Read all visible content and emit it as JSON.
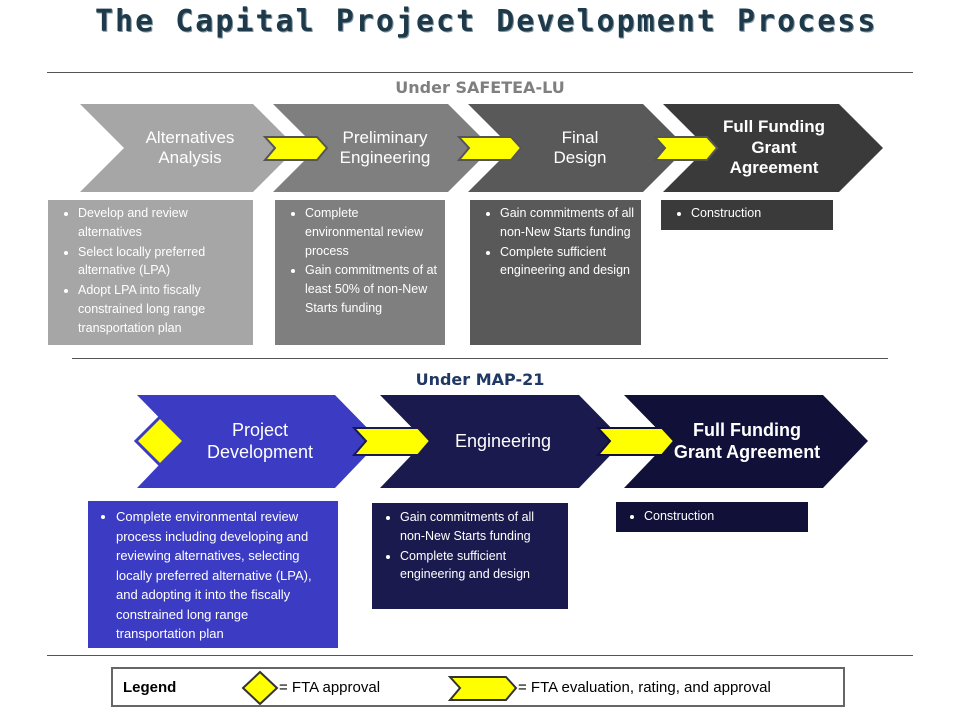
{
  "title": "The Capital Project Development Process",
  "safetea": {
    "heading": "Under SAFETEA-LU",
    "stages": [
      {
        "label": "Alternatives Analysis",
        "color": "#a6a6a6"
      },
      {
        "label": "Preliminary Engineering",
        "color": "#7f7f7f"
      },
      {
        "label": "Final Design",
        "color": "#595959"
      },
      {
        "label": "Full Funding Grant Agreement",
        "color": "#3a3a3a"
      }
    ],
    "details": [
      [
        "Develop and review alternatives",
        "Select locally preferred alternative (LPA)",
        "Adopt LPA into fiscally constrained long range transportation plan"
      ],
      [
        "Complete environmental review process",
        "Gain commitments of at least 50% of non-New Starts funding"
      ],
      [
        "Gain commitments of all non-New Starts funding",
        "Complete sufficient engineering and design"
      ],
      [
        "Construction"
      ]
    ]
  },
  "map21": {
    "heading": "Under MAP-21",
    "stages": [
      {
        "label": "Project Development",
        "color": "#3b3bc4"
      },
      {
        "label": "Engineering",
        "color": "#1a1a4e"
      },
      {
        "label": "Full Funding Grant Agreement",
        "color": "#101038"
      }
    ],
    "details": [
      [
        "Complete environmental review process including developing and reviewing alternatives, selecting locally preferred alternative (LPA), and adopting it into the fiscally constrained long range transportation plan"
      ],
      [
        "Gain commitments of all non-New Starts funding",
        "Complete sufficient engineering and design"
      ],
      [
        "Construction"
      ]
    ]
  },
  "legend": {
    "label": "Legend",
    "diamond_text": "= FTA approval",
    "arrow_text": "= FTA evaluation, rating, and approval"
  },
  "colors": {
    "heading_gray": "#7f7f7f",
    "heading_navy": "#1f3864",
    "marker_yellow": "#ffff00"
  }
}
